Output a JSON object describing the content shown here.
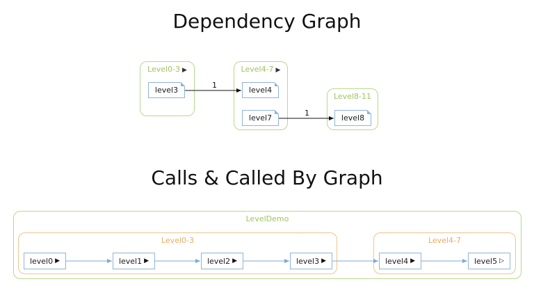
{
  "dependency_graph": {
    "title": "Dependency Graph",
    "groups": [
      {
        "label": "Level0-3",
        "symbol": "▶"
      },
      {
        "label": "Level4-7",
        "symbol": "▶"
      },
      {
        "label": "Level8-11",
        "symbol": ""
      }
    ],
    "nodes": {
      "level3": "level3",
      "level4": "level4",
      "level7": "level7",
      "level8": "level8"
    },
    "edges": [
      {
        "from": "level3",
        "to": "level4",
        "label": "1"
      },
      {
        "from": "level7",
        "to": "level8",
        "label": "1"
      }
    ]
  },
  "calls_graph": {
    "title": "Calls & Called By Graph",
    "outer_group": "LevelDemo",
    "groups": [
      {
        "label": "Level0-3"
      },
      {
        "label": "Level4-7"
      }
    ],
    "nodes": [
      {
        "label": "level0",
        "symbol": "▶"
      },
      {
        "label": "level1",
        "symbol": "▶"
      },
      {
        "label": "level2",
        "symbol": "▶"
      },
      {
        "label": "level3",
        "symbol": "▶"
      },
      {
        "label": "level4",
        "symbol": "▶"
      },
      {
        "label": "level5",
        "symbol": "▷"
      }
    ]
  },
  "colors": {
    "group_green": "#b7d98a",
    "group_orange": "#f1c48d",
    "node_border": "#8eb4d9",
    "edge_blue": "#7fa8d4"
  }
}
